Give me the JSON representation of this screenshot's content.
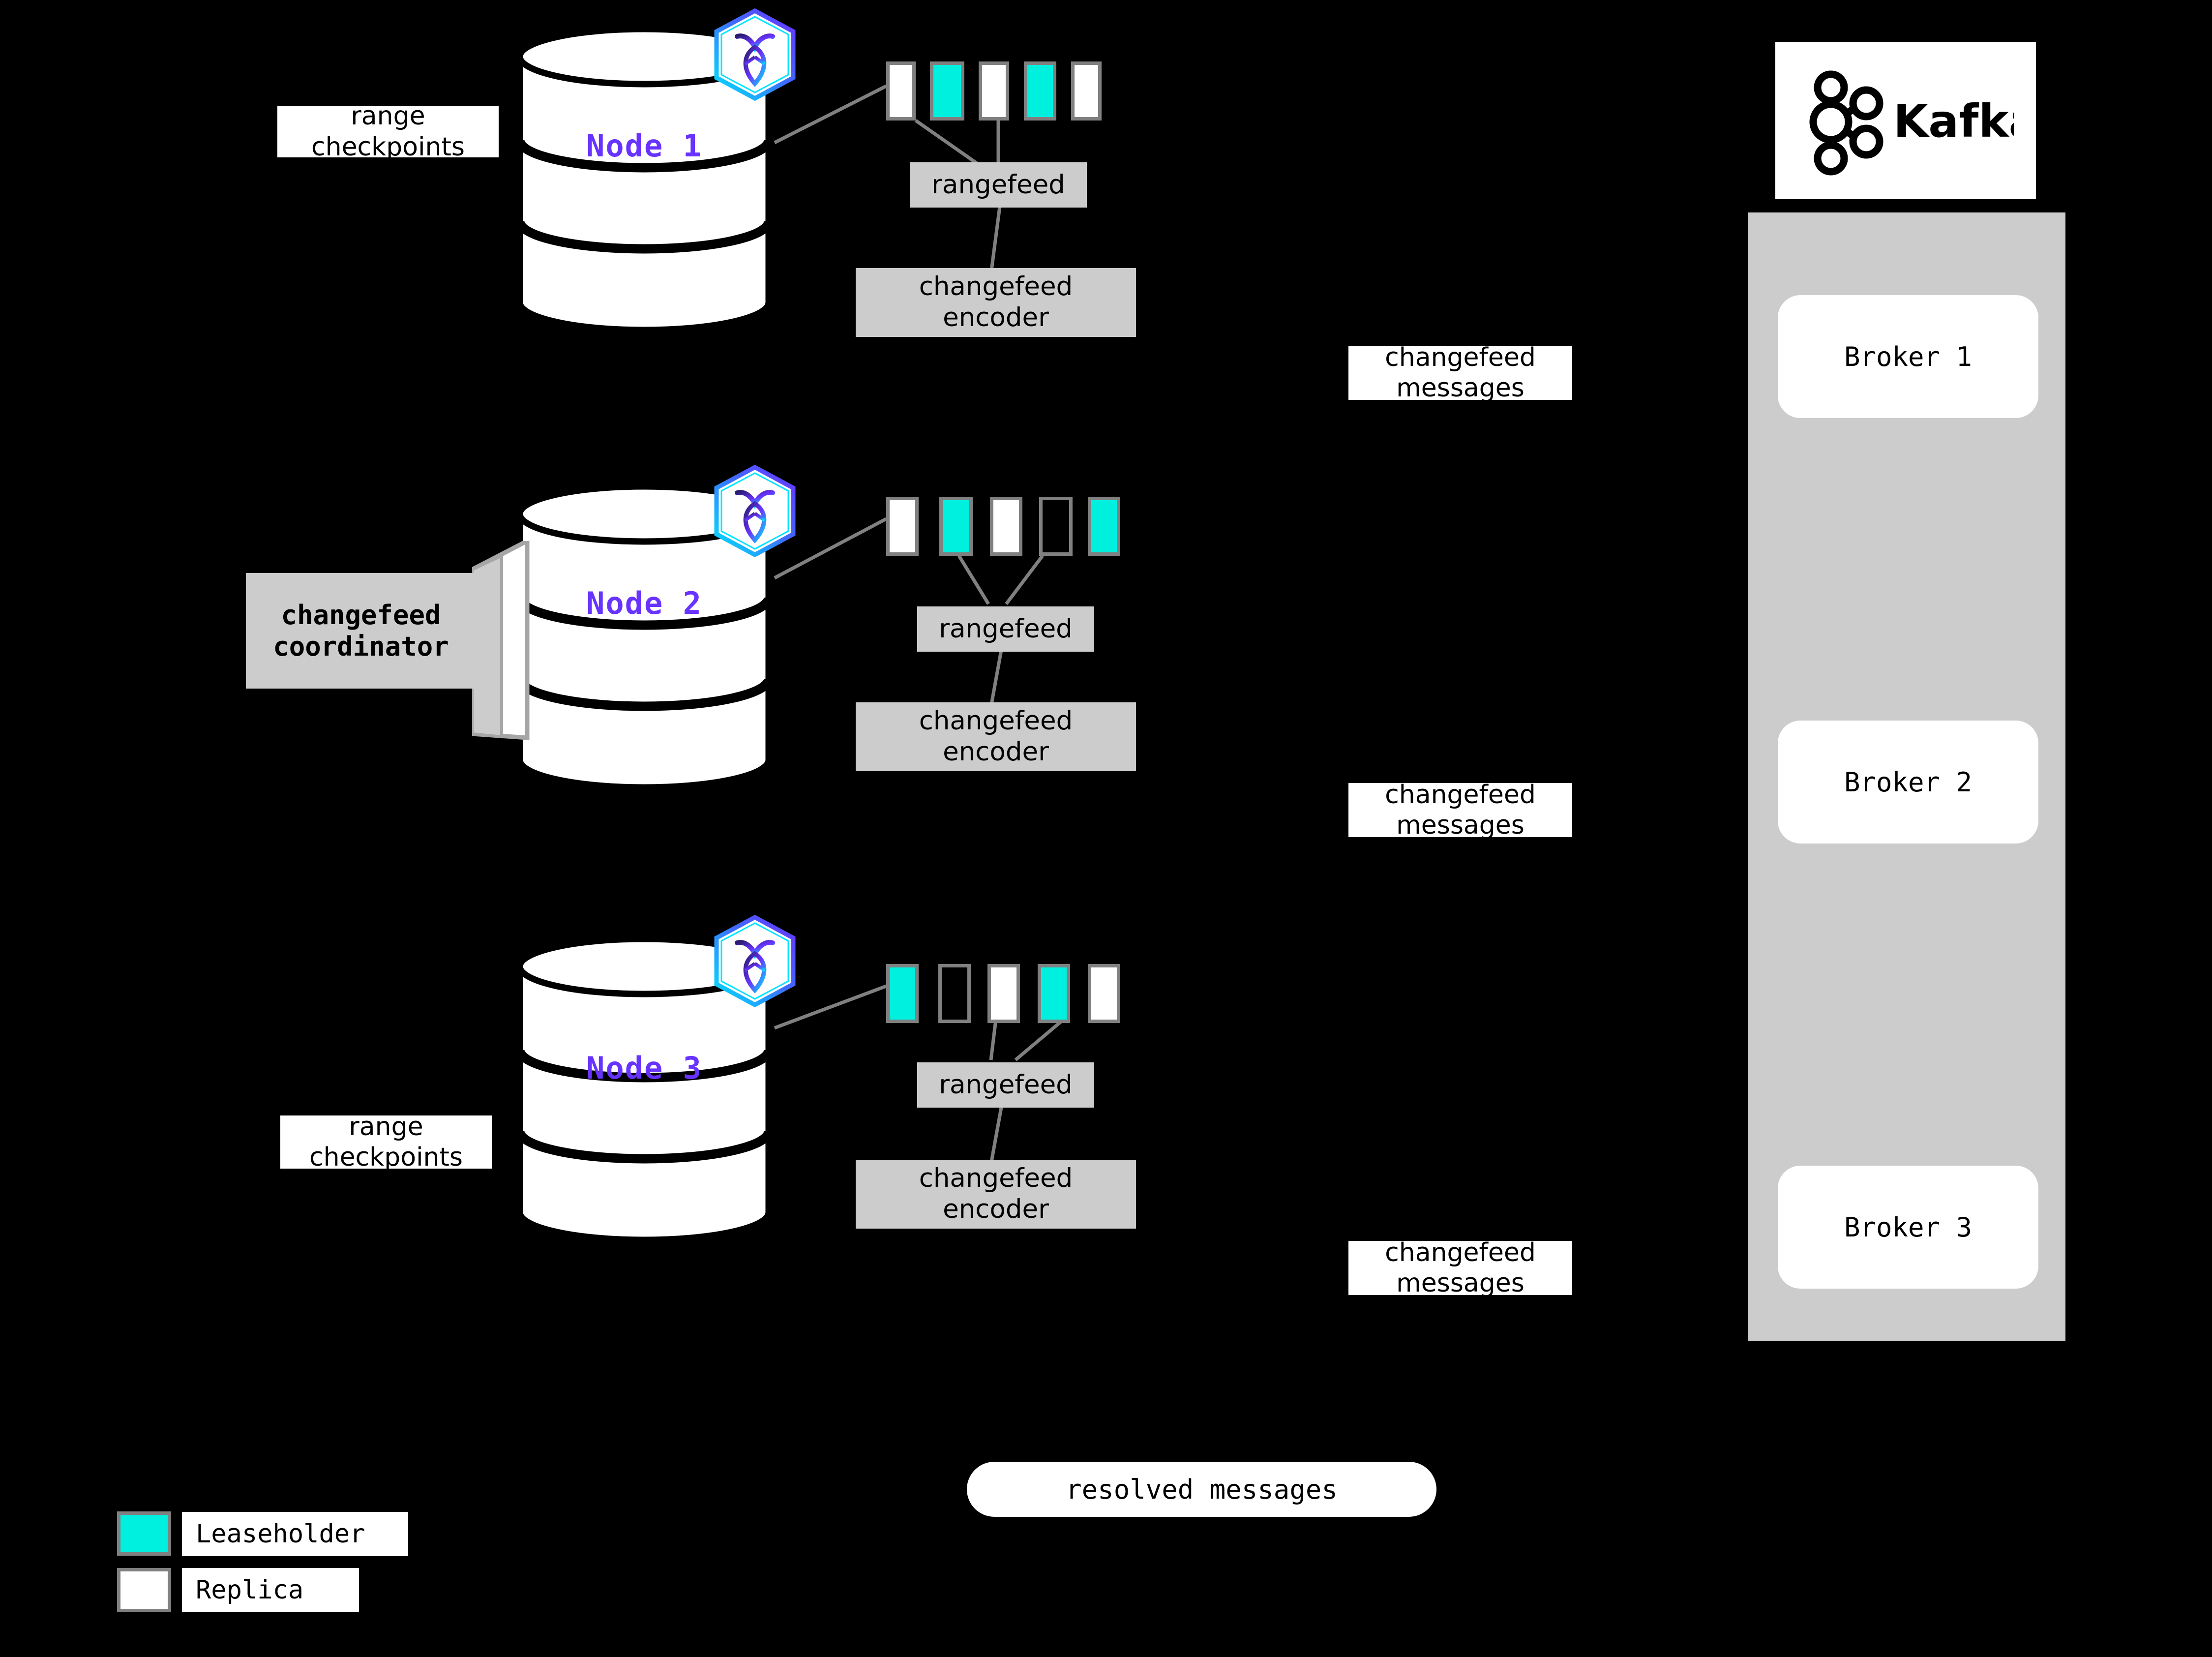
{
  "colors": {
    "background": "#000000",
    "leaseholder": "#00f0e0",
    "replica": "#ffffff",
    "range_border": "#808080",
    "process_box": "#cccccc",
    "node_label": "#6933ff",
    "kafka_cluster": "#cccccc",
    "connector": "#808080"
  },
  "nodes": [
    {
      "label": "Node 1",
      "logo_icon": "cockroachdb-hexagon-icon",
      "ranges": [
        "replica",
        "leaseholder",
        "replica",
        "leaseholder",
        "replica"
      ],
      "rangefeed_label": "rangefeed",
      "encoder_label": "changefeed\nencoder",
      "side_label": "range\ncheckpoints",
      "has_coordinator": false
    },
    {
      "label": "Node 2",
      "logo_icon": "cockroachdb-hexagon-icon",
      "ranges": [
        "replica",
        "leaseholder",
        "replica",
        "empty",
        "leaseholder"
      ],
      "rangefeed_label": "rangefeed",
      "encoder_label": "changefeed\nencoder",
      "side_label": null,
      "has_coordinator": true,
      "coordinator_label": "changefeed\ncoordinator"
    },
    {
      "label": "Node 3",
      "logo_icon": "cockroachdb-hexagon-icon",
      "ranges": [
        "leaseholder",
        "empty",
        "replica",
        "leaseholder",
        "replica"
      ],
      "rangefeed_label": "rangefeed",
      "encoder_label": "changefeed\nencoder",
      "side_label": "range\ncheckpoints",
      "has_coordinator": false
    }
  ],
  "flow_labels": [
    {
      "text": "changefeed\nmessages"
    },
    {
      "text": "changefeed\nmessages"
    },
    {
      "text": "changefeed\nmessages"
    }
  ],
  "resolved_messages": {
    "text": "resolved messages"
  },
  "kafka": {
    "logo_text": "Kafka",
    "logo_icon": "kafka-logo-icon",
    "brokers": [
      {
        "label": "Broker 1"
      },
      {
        "label": "Broker 2"
      },
      {
        "label": "Broker 3"
      }
    ]
  },
  "legend": {
    "items": [
      {
        "label": "Leaseholder",
        "swatch": "leaseholder"
      },
      {
        "label": "Replica",
        "swatch": "replica"
      }
    ]
  }
}
